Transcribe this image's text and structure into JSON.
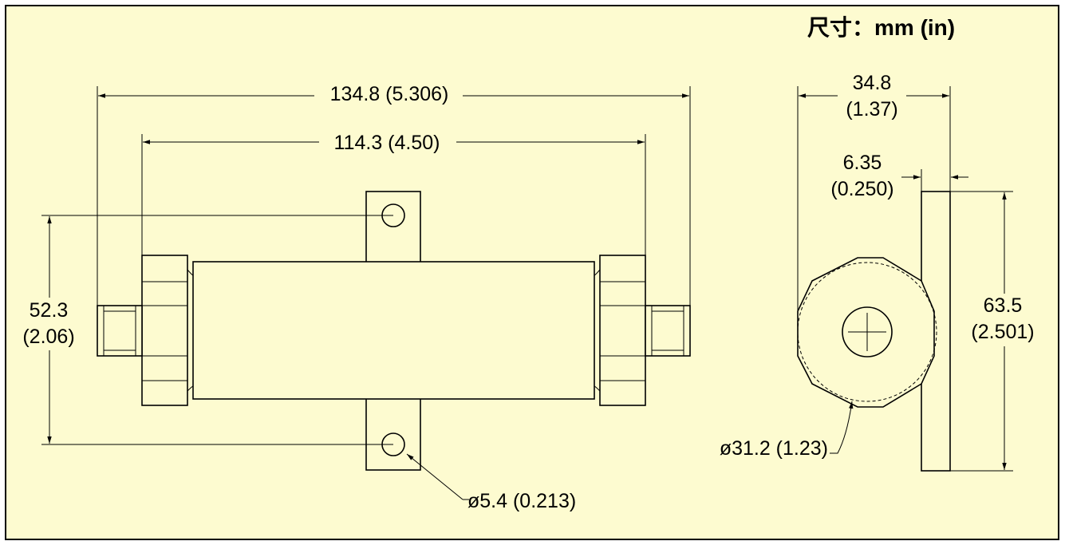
{
  "units_label": "尺寸：mm (in)",
  "dims": {
    "overall_length": "134.8 (5.306)",
    "mount_spacing": "114.3 (4.50)",
    "height_mm": "52.3",
    "height_in": "(2.06)",
    "hole_dia": "ø5.4 (0.213)",
    "side_width_mm": "34.8",
    "side_width_in": "(1.37)",
    "plate_thickness_mm": "6.35",
    "plate_thickness_in": "(0.250)",
    "plate_height_mm": "63.5",
    "plate_height_in": "(2.501)",
    "body_dia": "ø31.2 (1.23)"
  },
  "colors": {
    "background": "#fdfbd0",
    "line": "#000000"
  }
}
